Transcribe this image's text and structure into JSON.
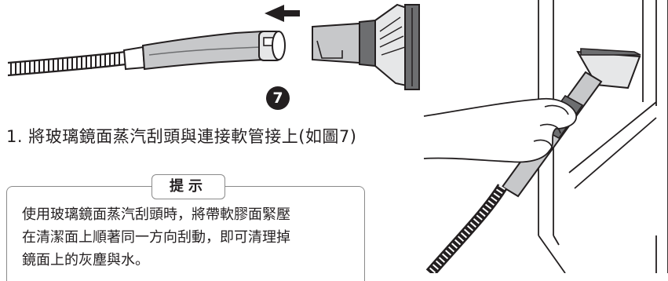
{
  "step": {
    "number": "7",
    "instruction": "1. 將玻璃鏡面蒸汽刮頭與連接軟管接上(如圖7)"
  },
  "tip": {
    "label": "提示",
    "lines": [
      "使用玻璃鏡面蒸汽刮頭時，將帶軟膠面緊壓",
      "在清潔面上順著同一方向刮動，即可清理掉",
      "鏡面上的灰塵與水。"
    ]
  },
  "colors": {
    "ink": "#231f20",
    "grey": "#6d6e70",
    "light_grey": "#c7c8ca",
    "border": "#8a8a8a"
  },
  "icons": [
    "arrow-left-icon",
    "hose-illustration",
    "squeegee-attachment-illustration",
    "hand-cleaning-window-illustration"
  ]
}
